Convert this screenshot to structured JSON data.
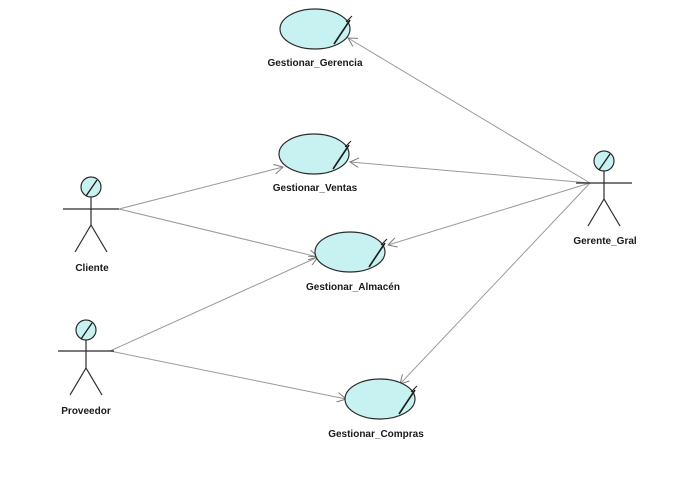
{
  "diagram": {
    "actors": [
      {
        "id": "cliente",
        "name": "Cliente"
      },
      {
        "id": "proveedor",
        "name": "Proveedor"
      },
      {
        "id": "gerente",
        "name": "Gerente_Gral"
      }
    ],
    "use_cases": [
      {
        "id": "gerencia",
        "name": "Gestionar_Gerencia"
      },
      {
        "id": "ventas",
        "name": "Gestionar_Ventas"
      },
      {
        "id": "almacen",
        "name": "Gestionar_Almacén"
      },
      {
        "id": "compras",
        "name": "Gestionar_Compras"
      }
    ],
    "associations": [
      {
        "from": "cliente",
        "to": "ventas",
        "arrow": true
      },
      {
        "from": "cliente",
        "to": "almacen",
        "arrow": true
      },
      {
        "from": "proveedor",
        "to": "almacen",
        "arrow": true
      },
      {
        "from": "proveedor",
        "to": "compras",
        "arrow": true
      },
      {
        "from": "gerente",
        "to": "gerencia",
        "arrow": true
      },
      {
        "from": "gerente",
        "to": "ventas",
        "arrow": true
      },
      {
        "from": "gerente",
        "to": "almacen",
        "arrow": true
      },
      {
        "from": "gerente",
        "to": "compras",
        "arrow": true
      }
    ]
  }
}
